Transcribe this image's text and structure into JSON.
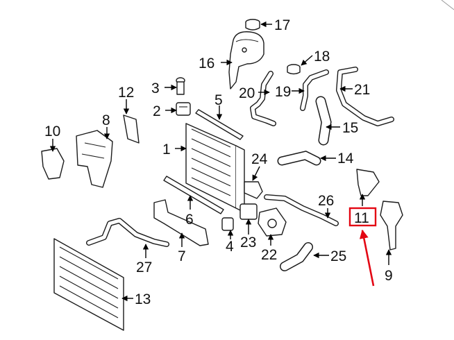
{
  "diagram": {
    "callouts": [
      {
        "id": "c1",
        "label": "1"
      },
      {
        "id": "c2",
        "label": "2"
      },
      {
        "id": "c3",
        "label": "3"
      },
      {
        "id": "c4",
        "label": "4"
      },
      {
        "id": "c5",
        "label": "5"
      },
      {
        "id": "c6",
        "label": "6"
      },
      {
        "id": "c7",
        "label": "7"
      },
      {
        "id": "c8",
        "label": "8"
      },
      {
        "id": "c9",
        "label": "9"
      },
      {
        "id": "c10",
        "label": "10"
      },
      {
        "id": "c11",
        "label": "11"
      },
      {
        "id": "c12",
        "label": "12"
      },
      {
        "id": "c13",
        "label": "13"
      },
      {
        "id": "c14",
        "label": "14"
      },
      {
        "id": "c15",
        "label": "15"
      },
      {
        "id": "c16",
        "label": "16"
      },
      {
        "id": "c17",
        "label": "17"
      },
      {
        "id": "c18",
        "label": "18"
      },
      {
        "id": "c19",
        "label": "19"
      },
      {
        "id": "c20",
        "label": "20"
      },
      {
        "id": "c21",
        "label": "21"
      },
      {
        "id": "c22",
        "label": "22"
      },
      {
        "id": "c23",
        "label": "23"
      },
      {
        "id": "c24",
        "label": "24"
      },
      {
        "id": "c25",
        "label": "25"
      },
      {
        "id": "c26",
        "label": "26"
      },
      {
        "id": "c27",
        "label": "27"
      }
    ],
    "highlighted_part": "11",
    "highlight_color": "#e30613",
    "line_color": "#1a1a1a"
  }
}
